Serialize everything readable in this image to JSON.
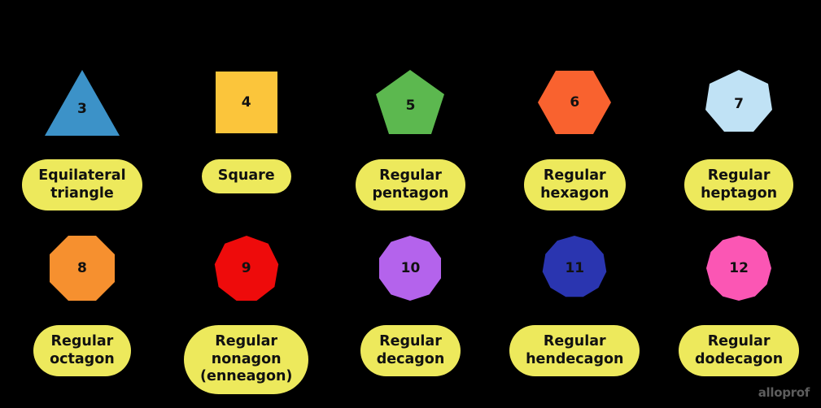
{
  "background_color": "#000000",
  "pill_color": "#EDE95C",
  "pill_text_color": "#111111",
  "number_text_color": "#111111",
  "watermark": {
    "text": "alloprof",
    "color": "#636363"
  },
  "rows": [
    {
      "name": "top-row",
      "cells": [
        {
          "sides": 3,
          "number": "3",
          "label": "Equilateral\ntriangle",
          "shape": "triangle",
          "color": "#3C92C8"
        },
        {
          "sides": 4,
          "number": "4",
          "label": "Square",
          "shape": "square",
          "color": "#FBC53B"
        },
        {
          "sides": 5,
          "number": "5",
          "label": "Regular\npentagon",
          "shape": "pentagon",
          "color": "#5CB84F"
        },
        {
          "sides": 6,
          "number": "6",
          "label": "Regular\nhexagon",
          "shape": "hexagon",
          "color": "#F9622F"
        },
        {
          "sides": 7,
          "number": "7",
          "label": "Regular\nheptagon",
          "shape": "heptagon",
          "color": "#C0E2F5"
        }
      ]
    },
    {
      "name": "bottom-row",
      "cells": [
        {
          "sides": 8,
          "number": "8",
          "label": "Regular\noctagon",
          "shape": "octagon",
          "color": "#F6902F"
        },
        {
          "sides": 9,
          "number": "9",
          "label": "Regular\nnonagon\n(enneagon)",
          "shape": "nonagon",
          "color": "#EE0B0B"
        },
        {
          "sides": 10,
          "number": "10",
          "label": "Regular\ndecagon",
          "shape": "decagon",
          "color": "#B463EC"
        },
        {
          "sides": 11,
          "number": "11",
          "label": "Regular\nhendecagon",
          "shape": "hendecagon",
          "color": "#2A35B0"
        },
        {
          "sides": 12,
          "number": "12",
          "label": "Regular\ndodecagon",
          "shape": "dodecagon",
          "color": "#FB56B4"
        }
      ]
    }
  ]
}
